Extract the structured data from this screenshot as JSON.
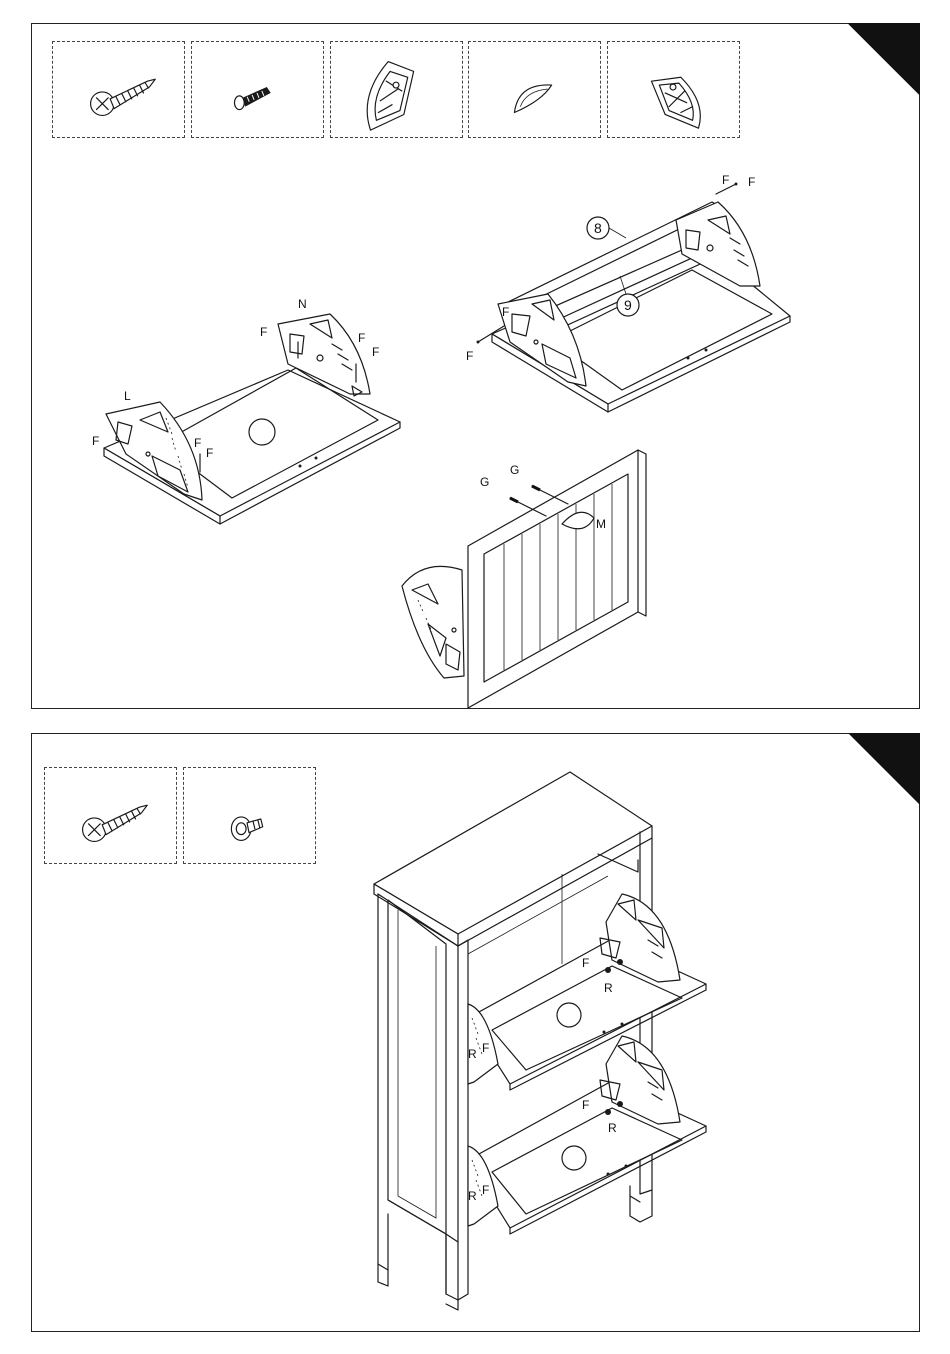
{
  "step1": {
    "labels": {
      "L": "L",
      "N": "N",
      "M": "M",
      "F": "F",
      "G": "G",
      "R": "R"
    },
    "part_numbers": {
      "rail_top": "8",
      "rail_bottom": "9"
    },
    "parts_icons": [
      "wood-screw-icon",
      "machine-bolt-icon",
      "hinge-bracket-left-icon",
      "cup-handle-icon",
      "hinge-bracket-right-icon"
    ]
  },
  "step2": {
    "labels": {
      "F": "F",
      "R": "R"
    },
    "parts_icons": [
      "wood-screw-icon",
      "washer-screw-icon"
    ]
  },
  "colors": {
    "line": "#1a1a1a",
    "corner_tab": "#111111",
    "background": "#ffffff"
  }
}
